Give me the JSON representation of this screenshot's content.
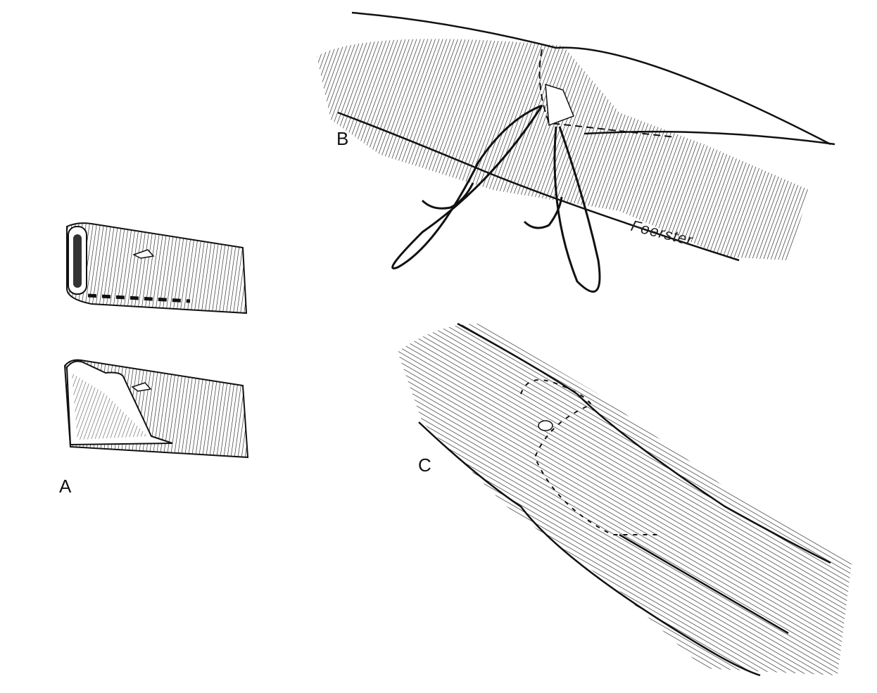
{
  "figure": {
    "description": "Surgical illustration of an end-to-side vascular anastomosis in three steps",
    "panels": [
      {
        "id": "A",
        "label": "A",
        "content": "Vessel end spatulated: upper shows dashed incision line along vessel, lower shows vessel opened with flap"
      },
      {
        "id": "B",
        "label": "B",
        "content": "Heel suture placed; double-armed suture with two curved needles running along side of recipient vessel"
      },
      {
        "id": "C",
        "label": "C",
        "content": "Completed anastomosis with interrupted/running sutures around graft junction"
      }
    ],
    "signature": "Foerster",
    "colors": {
      "ink": "#111111",
      "paper": "#ffffff"
    }
  }
}
